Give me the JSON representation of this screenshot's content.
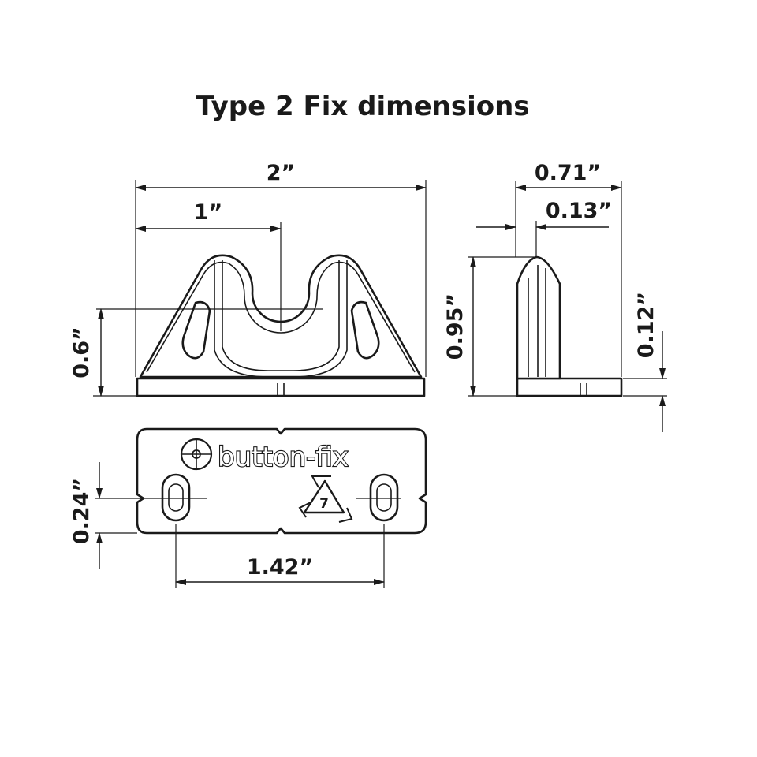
{
  "title": "Type 2 Fix dimensions",
  "dimensions": {
    "overall_width": "2”",
    "half_width": "1”",
    "height_center": "0.6”",
    "side_depth": "0.71”",
    "post_thickness": "0.13”",
    "overall_height": "0.95”",
    "base_thickness": "0.12”",
    "slot_height": "0.24”",
    "hole_spacing": "1.42”"
  },
  "base_plate": {
    "brand": "button-fix",
    "recycling_code": "7"
  },
  "icons": [
    "button-icon",
    "recycle-icon"
  ]
}
